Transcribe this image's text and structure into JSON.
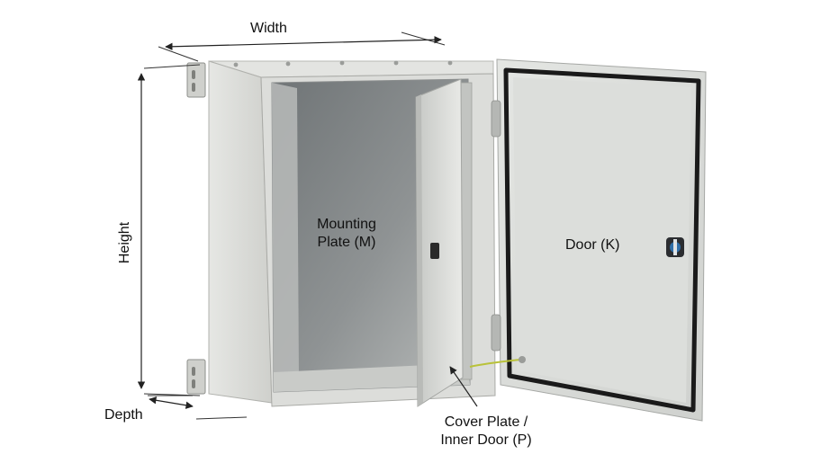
{
  "dimensions": {
    "width_label": "Width",
    "height_label": "Height",
    "depth_label": "Depth"
  },
  "parts": {
    "mounting_plate": {
      "line1": "Mounting",
      "line2": "Plate (M)"
    },
    "door": "Door (K)",
    "cover_plate": {
      "line1": "Cover Plate /",
      "line2": "Inner Door (P)"
    }
  },
  "colors": {
    "enclosure_body": "#d9dad6",
    "interior": "#8f9394",
    "door_gasket": "#1a1a1a",
    "door_panel": "#dcdedb"
  }
}
